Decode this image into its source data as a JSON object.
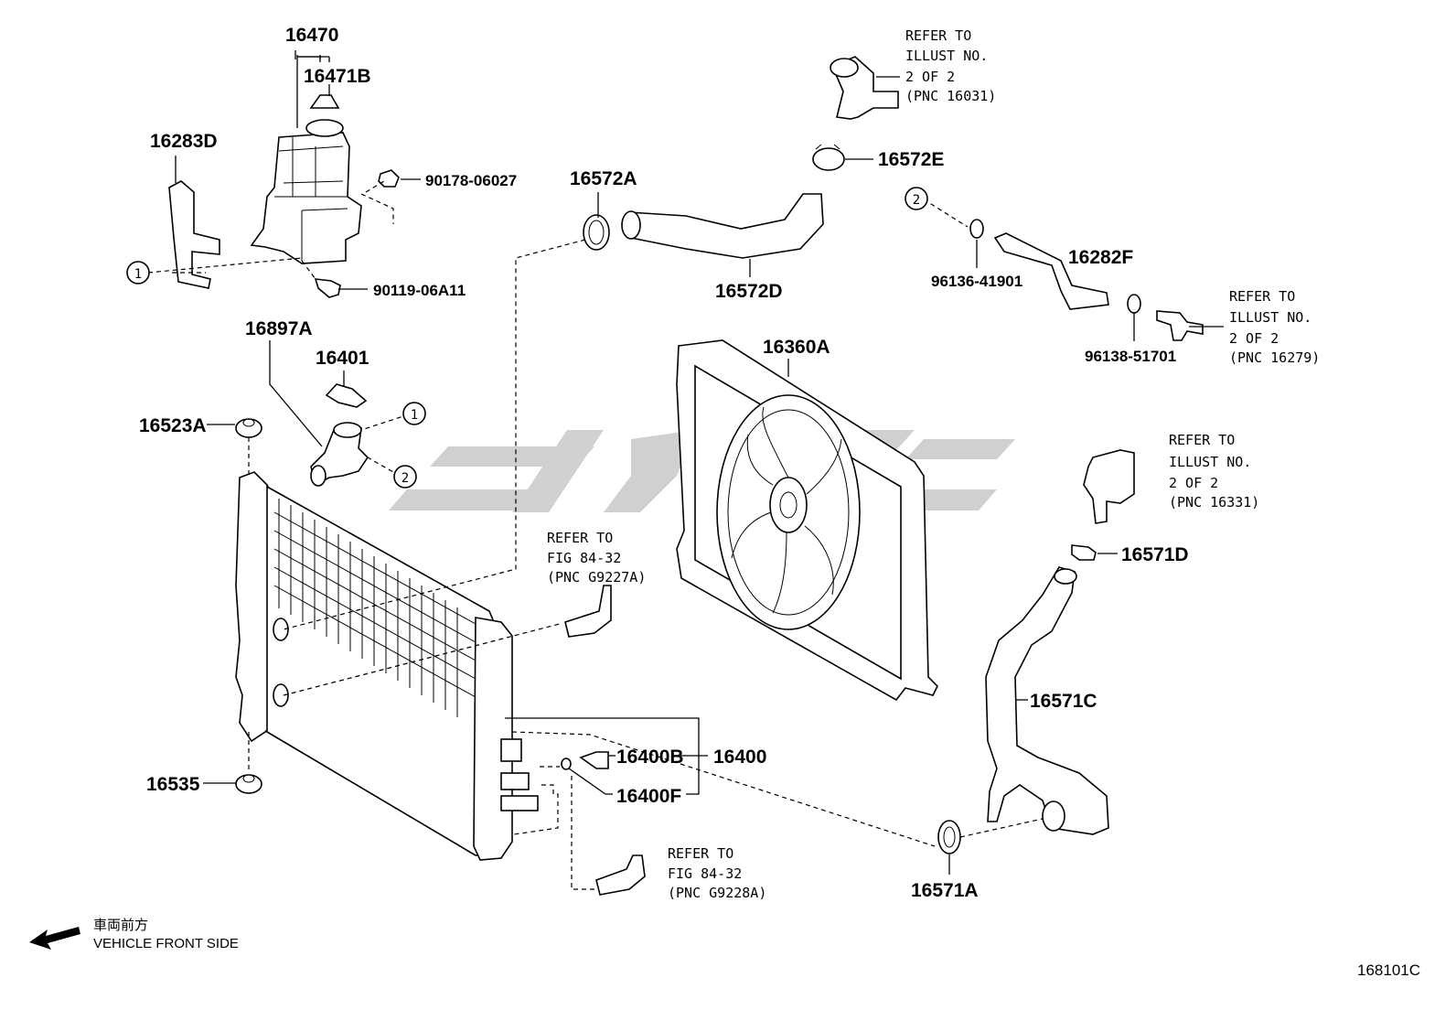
{
  "diagram": {
    "id": "168101C",
    "parts": {
      "p16470": "16470",
      "p16471B": "16471B",
      "p16283D": "16283D",
      "p90178": "90178-06027",
      "p90119": "90119-06A11",
      "p16572A": "16572A",
      "p16572E": "16572E",
      "p16572D": "16572D",
      "p96136": "96136-41901",
      "p16282F": "16282F",
      "p96138": "96138-51701",
      "p16897A": "16897A",
      "p16401": "16401",
      "p16523A": "16523A",
      "p16360A": "16360A",
      "p16571D": "16571D",
      "p16571C": "16571C",
      "p16400B": "16400B",
      "p16400": "16400",
      "p16400F": "16400F",
      "p16535": "16535",
      "p16571A": "16571A"
    },
    "callouts": {
      "c1": "1",
      "c2": "2"
    },
    "refs": {
      "r16031": [
        "REFER TO",
        "ILLUST NO.",
        "2 OF 2",
        "(PNC 16031)"
      ],
      "r16279": [
        "REFER TO",
        "ILLUST NO.",
        "2 OF 2",
        "(PNC 16279)"
      ],
      "r16331": [
        "REFER TO",
        "ILLUST NO.",
        "2 OF 2",
        "(PNC 16331)"
      ],
      "rG9227A": [
        "REFER TO",
        "FIG 84-32",
        "(PNC G9227A)"
      ],
      "rG9228A": [
        "REFER TO",
        "FIG 84-32",
        "(PNC G9228A)"
      ]
    },
    "footer": {
      "jp_label": "車両前方",
      "en_label": "VEHICLE FRONT SIDE",
      "icon": "arrow-left-icon"
    }
  }
}
